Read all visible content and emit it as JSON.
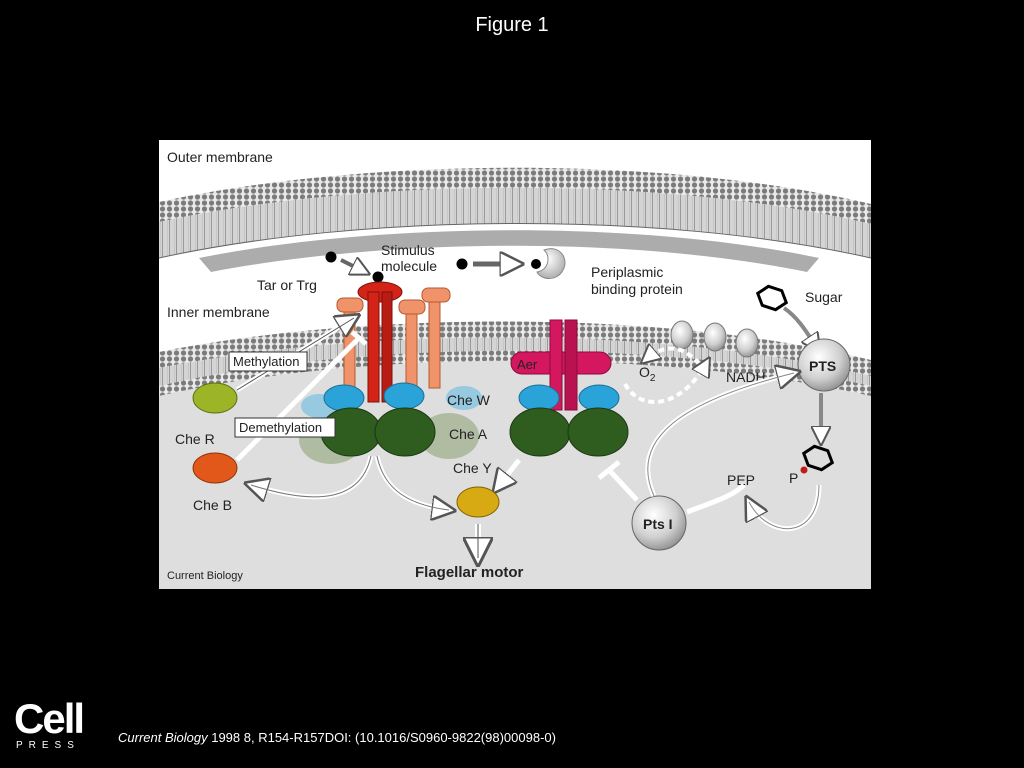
{
  "slide": {
    "title": "Figure 1"
  },
  "diagram": {
    "labels": {
      "outer_membrane": "Outer membrane",
      "inner_membrane": "Inner membrane",
      "stimulus_molecule_1": "Stimulus",
      "stimulus_molecule_2": "molecule",
      "periplasmic_binding_protein_1": "Periplasmic",
      "periplasmic_binding_protein_2": "binding protein",
      "tar_or_trg": "Tar or Trg",
      "sugar": "Sugar",
      "methylation": "Methylation",
      "demethylation": "Demethylation",
      "cher": "Che R",
      "cheb": "Che B",
      "chew": "Che W",
      "chea": "Che A",
      "chey": "Che Y",
      "aer": "Aer",
      "o2": "O",
      "o2_sub": "2",
      "nadh": "NADH",
      "pts": "PTS",
      "pts_i": "Pts I",
      "pep": "PEP",
      "p": "P",
      "flagellar_motor": "Flagellar motor",
      "credit": "Current Biology"
    },
    "colors": {
      "tar_receptor": "#d42418",
      "other_receptors": "#f0936a",
      "aer_receptor": "#d4175e",
      "chew": "#2aa3d8",
      "chea": "#2f5c1f",
      "cher": "#9bb526",
      "cheb": "#e2581b",
      "chey": "#d7aa14",
      "cytoplasm": "#dedede"
    }
  },
  "footer": {
    "logo_word": "Cell",
    "logo_press": "PRESS",
    "journal": "Current Biology",
    "citation_rest": " 1998 8, R154-R157DOI: (10.1016/S0960-9822(98)00098-0)"
  }
}
